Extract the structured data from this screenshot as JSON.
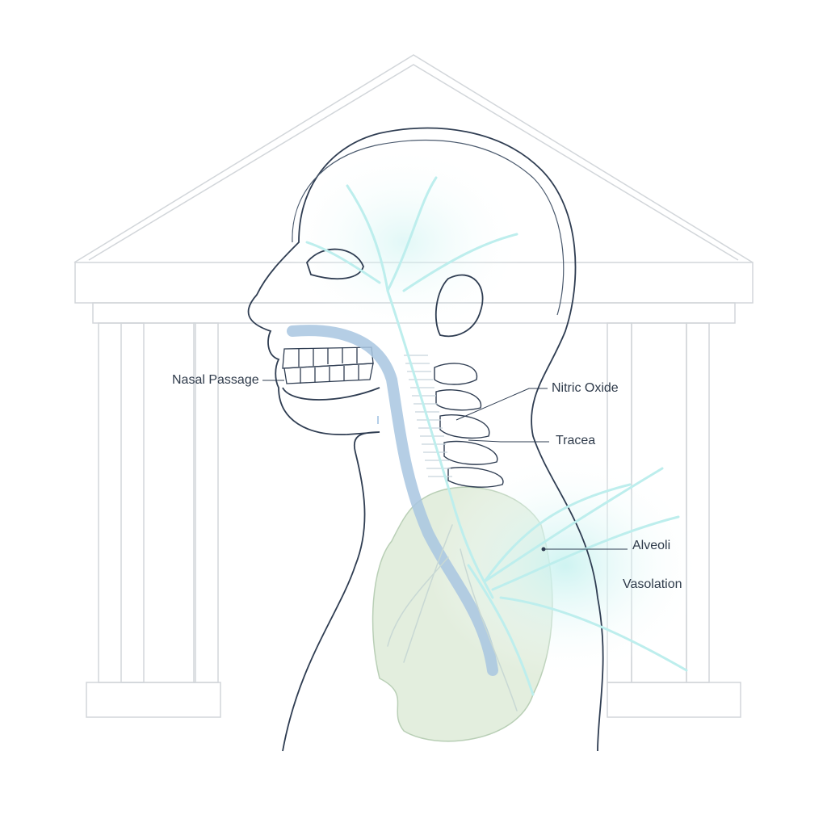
{
  "labels": {
    "nasal_passage": "Nasal Passage",
    "nitric_oxide": "Nitric Oxide",
    "trachea": "Tracea",
    "alveoli": "Alveoli",
    "vasodilation": "Vasolation"
  },
  "colors": {
    "outline": "#2f3d52",
    "building": "#d4d8dc",
    "airway": "#9fbfdc",
    "lung": "#dbe9d5",
    "branch": "#bff0ee",
    "glow": "#d6f5f4"
  }
}
